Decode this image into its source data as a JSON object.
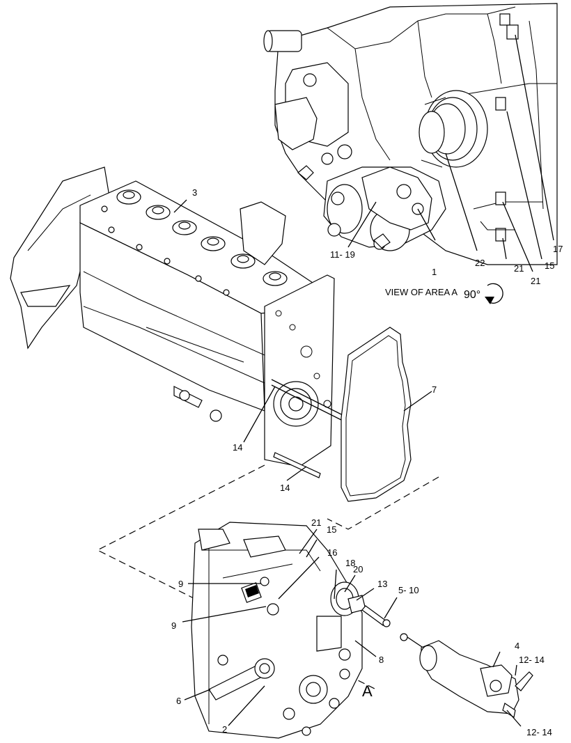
{
  "view_caption": "VIEW OF AREA A",
  "rotation_label": "90°",
  "area_label": "A",
  "callouts": {
    "c1": "1",
    "c2": "2",
    "c3": "3",
    "c4": "4",
    "c5_10": "5- 10",
    "c6": "6",
    "c7": "7",
    "c8": "8",
    "c9a": "9",
    "c9b": "9",
    "c11_19": "11- 19",
    "c12_14a": "12- 14",
    "c12_14b": "12- 14",
    "c13": "13",
    "c14a": "14",
    "c14b": "14",
    "c15a": "15",
    "c15b": "15",
    "c16": "16",
    "c17": "17",
    "c18": "18",
    "c20": "20",
    "c21a": "21",
    "c21b": "21",
    "c21c": "21",
    "c22": "22"
  }
}
